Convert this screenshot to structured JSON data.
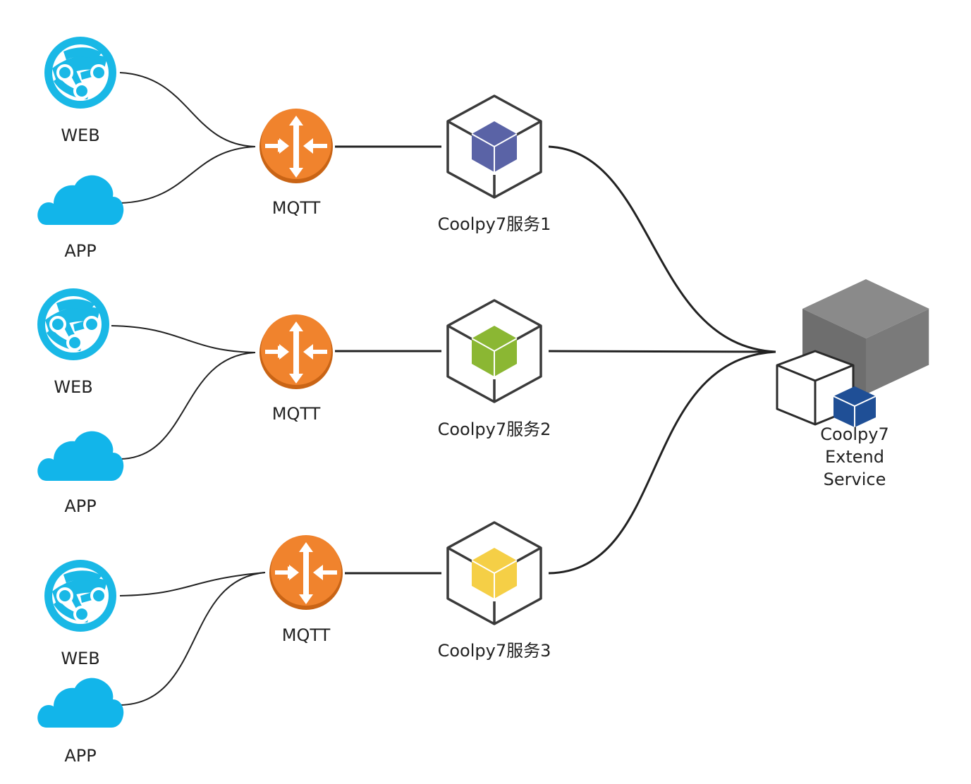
{
  "colors": {
    "globe": "#19b8e6",
    "cloud": "#12b5ea",
    "router": "#f0832d",
    "router_dark": "#c96415",
    "service1_cube": "#5a63a6",
    "service2_cube": "#8bb733",
    "service3_cube": "#f5cf46",
    "extend_big_cube": "#707070",
    "extend_small_cube": "#1f4f96",
    "line": "#222222"
  },
  "groups": [
    {
      "web_label": "WEB",
      "app_label": "APP",
      "mqtt_label": "MQTT",
      "service_label": "Coolpy7服务1"
    },
    {
      "web_label": "WEB",
      "app_label": "APP",
      "mqtt_label": "MQTT",
      "service_label": "Coolpy7服务2"
    },
    {
      "web_label": "WEB",
      "app_label": "APP",
      "mqtt_label": "MQTT",
      "service_label": "Coolpy7服务3"
    }
  ],
  "extend_service": {
    "label_lines": [
      "Coolpy7",
      "Extend",
      "Service"
    ]
  }
}
